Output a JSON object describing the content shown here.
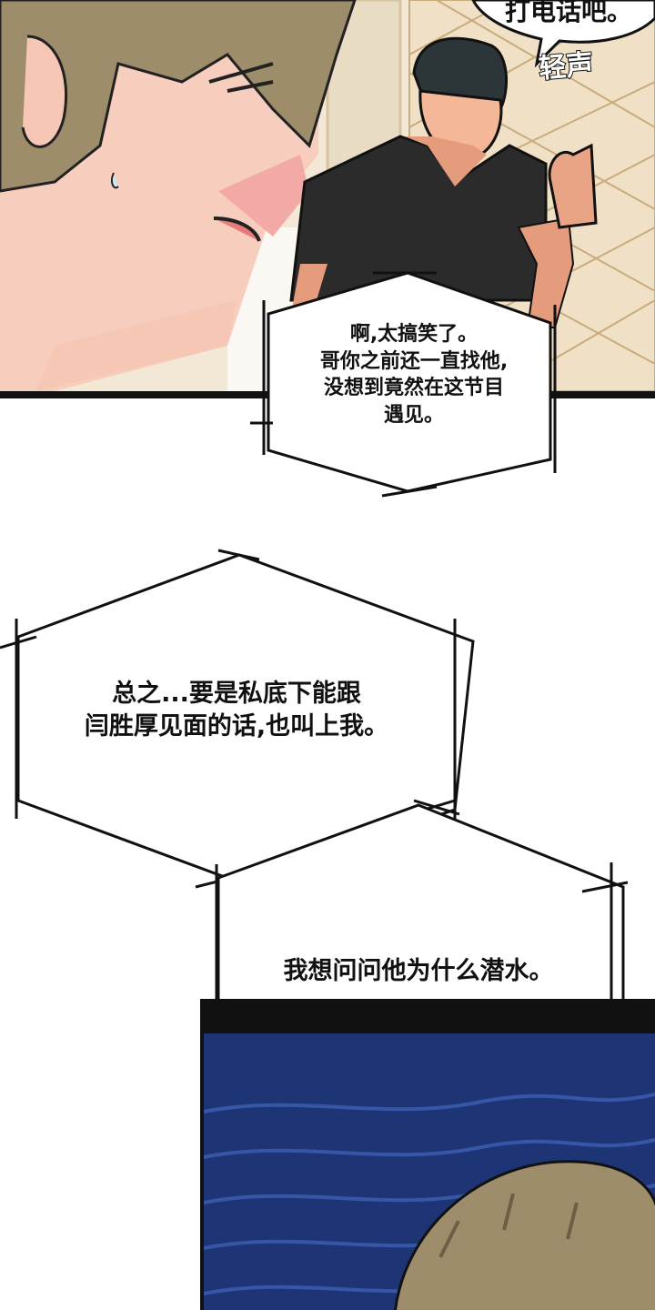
{
  "speech_top": {
    "text": "打电话吧。"
  },
  "sfx": {
    "text": "轻声"
  },
  "caption_1": {
    "text": "啊,太搞笑了。\n哥你之前还一直找他,\n没想到竟然在这节目\n遇见。"
  },
  "caption_2": {
    "text": "总之...要是私底下能跟\n闫胜厚见面的话,也叫上我。"
  },
  "caption_3": {
    "text": "我想问问他为什么潜水。"
  },
  "colors": {
    "panel_border": "#111111",
    "skin": "#f5c7b4",
    "skin_blush": "#f08f92",
    "hair_light": "#9d8d6a",
    "hair_dark": "#2c3538",
    "shirt": "#2b2b2b",
    "wall": "#efe3cf",
    "night_blue": "#203a82"
  }
}
